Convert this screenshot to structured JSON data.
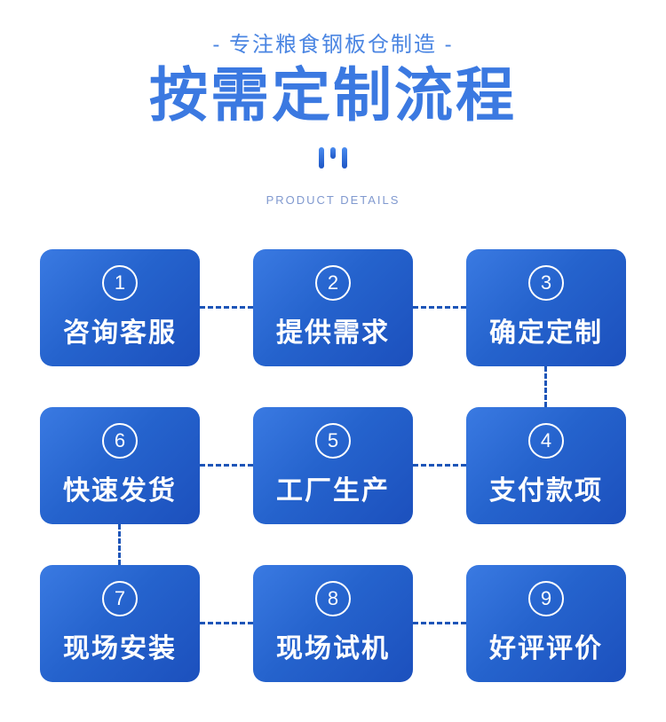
{
  "header": {
    "tagline": "- 专注粮食钢板仓制造 -",
    "title": "按需定制流程",
    "subtitle_en": "PRODUCT DETAILS"
  },
  "icons": {
    "decoration": "three-bars-icon"
  },
  "colors": {
    "title_blue": "#3b79e1",
    "tagline_blue": "#4a85e2",
    "subtitle_gray_blue": "#8099cf",
    "card_gradient_start": "#3a7ae2",
    "card_gradient_end": "#1c50bd",
    "card_text": "#ffffff",
    "connector_blue": "#1d55b8",
    "background": "#ffffff"
  },
  "flow": {
    "steps": [
      {
        "number": "1",
        "label": "咨询客服"
      },
      {
        "number": "2",
        "label": "提供需求"
      },
      {
        "number": "3",
        "label": "确定定制"
      },
      {
        "number": "6",
        "label": "快速发货"
      },
      {
        "number": "5",
        "label": "工厂生产"
      },
      {
        "number": "4",
        "label": "支付款项"
      },
      {
        "number": "7",
        "label": "现场安装"
      },
      {
        "number": "8",
        "label": "现场试机"
      },
      {
        "number": "9",
        "label": "好评评价"
      }
    ],
    "order_note": "1→2→3→4→5→6→7→8→9 (S-shaped flow)"
  }
}
